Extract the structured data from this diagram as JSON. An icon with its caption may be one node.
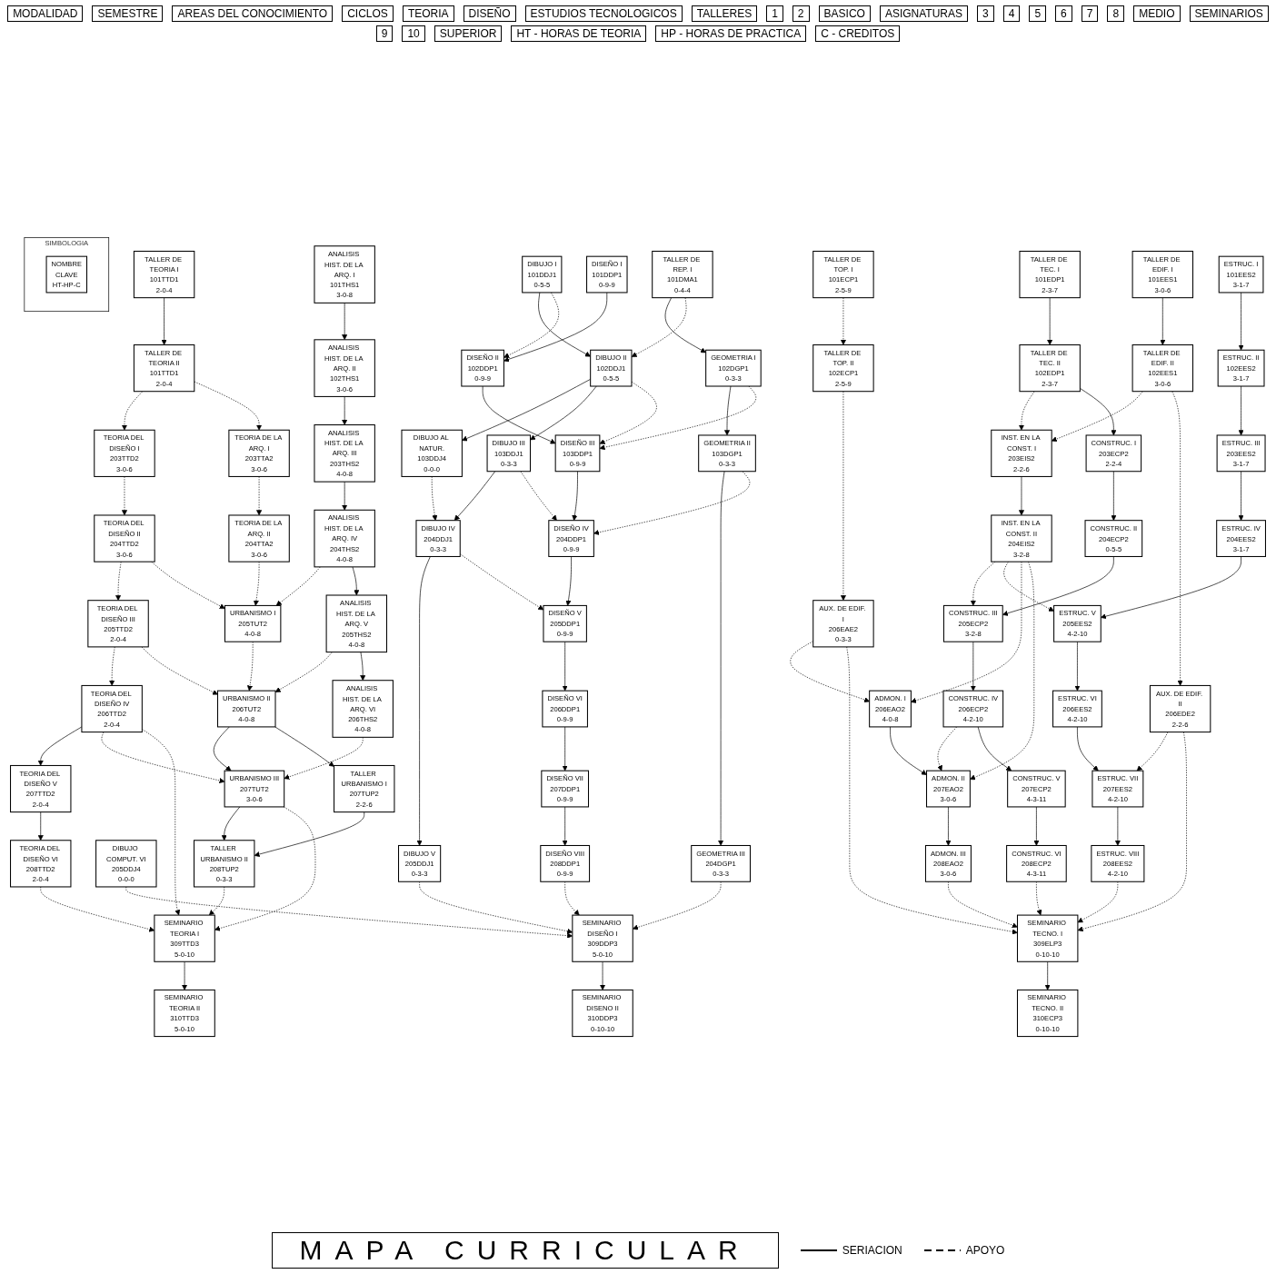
{
  "diagram": {
    "caption": "MAPA CURRICULAR",
    "nodes": [
      {
        "text": [
          "TALLER DE TEORIA I",
          "101TTD1",
          "2-0-4"
        ]
      },
      {
        "text": [
          "ANALISIS HIST. DE LA ARQ. I",
          "101THS1",
          "3-0-8"
        ]
      },
      {
        "text": [
          "TALLER DE TEORIA II",
          "101TTD1",
          "2-0-4"
        ]
      },
      {
        "text": [
          "ANALISIS HIST. DE LA ARQ. II",
          "102THS1",
          "3-0-6"
        ]
      },
      {
        "text": [
          "DIBUJO I",
          "101DDJ1",
          "0-5-5"
        ]
      },
      {
        "text": [
          "TALLER DE REP. I",
          "101DMA1",
          "0-4-4"
        ]
      },
      {
        "text": [
          "DISEÑO I",
          "101DDP1",
          "0-9-9"
        ]
      },
      {
        "text": [
          "DIBUJO II",
          "102DDJ1",
          "0-5-5"
        ]
      },
      {
        "text": [
          "GEOMETRIA I",
          "102DGP1",
          "0-3-3"
        ]
      },
      {
        "text": [
          "DISEÑO II",
          "102DDP1",
          "0-9-9"
        ]
      },
      {
        "text": [
          "TALLER DE TEC. I",
          "101EDP1",
          "2-3-7"
        ]
      },
      {
        "text": [
          "TALLER DE TOP. I",
          "101ECP1",
          "2-5-9"
        ]
      },
      {
        "text": [
          "TALLER DE EDIF. I",
          "101EES1",
          "3-0-6"
        ]
      },
      {
        "text": [
          "ESTRUC. I",
          "101EES2",
          "3-1-7"
        ]
      },
      {
        "text": [
          "TALLER DE TEC. II",
          "102EDP1",
          "2-3-7"
        ]
      },
      {
        "text": [
          "TALLER DE TOP. II",
          "102ECP1",
          "2-5-9"
        ]
      },
      {
        "text": [
          "TALLER DE EDIF. II",
          "102EES1",
          "3-0-6"
        ]
      },
      {
        "text": [
          "ESTRUC. II",
          "102EES2",
          "3-1-7"
        ]
      },
      {
        "text": [
          "TEORIA DEL DISEÑO I",
          "203TTD2",
          "3-0-6"
        ]
      },
      {
        "text": [
          "TEORIA DE LA ARQ. I",
          "203TTA2",
          "3-0-6"
        ]
      },
      {
        "text": [
          "ANALISIS HIST. DE LA ARQ. III",
          "203THS2",
          "4-0-8"
        ]
      },
      {
        "text": [
          "DIBUJO AL NATUR.",
          "103DDJ4",
          "0-0-0"
        ]
      },
      {
        "text": [
          "DIBUJO III",
          "103DDJ1",
          "0-3-3"
        ]
      },
      {
        "text": [
          "GEOMETRIA II",
          "103DGP1",
          "0-3-3"
        ]
      },
      {
        "text": [
          "DISEÑO III",
          "103DDP1",
          "0-9-9"
        ]
      },
      {
        "text": [
          "INST. EN LA CONST. I",
          "203EIS2",
          "2-2-6"
        ]
      },
      {
        "text": [
          "CONSTRUC. I",
          "203ECP2",
          "2-2-4"
        ]
      },
      {
        "text": [
          "ESTRUC. III",
          "203EES2",
          "3-1-7"
        ]
      },
      {
        "text": [
          "TEORIA DEL DISEÑO II",
          "204TTD2",
          "3-0-6"
        ]
      },
      {
        "text": [
          "TEORIA DE LA ARQ. II",
          "204TTA2",
          "3-0-6"
        ]
      },
      {
        "text": [
          "ANALISIS HIST. DE LA ARQ. IV",
          "204THS2",
          "4-0-8"
        ]
      },
      {
        "text": [
          "DIBUJO IV",
          "204DDJ1",
          "0-3-3"
        ]
      },
      {
        "text": [
          "GEOMETRIA III",
          "204DGP1",
          "0-3-3"
        ]
      },
      {
        "text": [
          "DISEÑO IV",
          "204DDP1",
          "0-9-9"
        ]
      },
      {
        "text": [
          "INST. EN LA CONST. II",
          "204EIS2",
          "3-2-8"
        ]
      },
      {
        "text": [
          "CONSTRUC. II",
          "204ECP2",
          "0-5-5"
        ]
      },
      {
        "text": [
          "ESTRUC. IV",
          "204EES2",
          "3-1-7"
        ]
      },
      {
        "text": [
          "TEORIA DEL DISEÑO III",
          "205TTD2",
          "2-0-4"
        ]
      },
      {
        "text": [
          "URBANISMO I",
          "205TUT2",
          "4-0-8"
        ]
      },
      {
        "text": [
          "ANALISIS HIST. DE LA ARQ. V",
          "205THS2",
          "4-0-8"
        ]
      },
      {
        "text": [
          "DIBUJO COMPUT. VI",
          "205DDJ4",
          "0-0-0"
        ]
      },
      {
        "text": [
          "DIBUJO V",
          "205DDJ1",
          "0-3-3"
        ]
      },
      {
        "text": [
          "DISEÑO V",
          "205DDP1",
          "0-9-9"
        ]
      },
      {
        "text": [
          "CONSTRUC. III",
          "205ECP2",
          "3-2-8"
        ]
      },
      {
        "text": [
          "AUX. DE EDIF. I",
          "206EAE2",
          "0-3-3"
        ]
      },
      {
        "text": [
          "ESTRUC. V",
          "205EES2",
          "4-2-10"
        ]
      },
      {
        "text": [
          "TEORIA DEL DISEÑO IV",
          "206TTD2",
          "2-0-4"
        ]
      },
      {
        "text": [
          "URBANISMO II",
          "206TUT2",
          "4-0-8"
        ]
      },
      {
        "text": [
          "ANALISIS HIST. DE LA ARQ. VI",
          "206THS2",
          "4-0-8"
        ]
      },
      {
        "text": [
          "DISEÑO VI",
          "206DDP1",
          "0-9-9"
        ]
      },
      {
        "text": [
          "ADMON. I",
          "206EAO2",
          "4-0-8"
        ]
      },
      {
        "text": [
          "CONSTRUC. IV",
          "206ECP2",
          "4-2-10"
        ]
      },
      {
        "text": [
          "AUX. DE EDIF. II",
          "206EDE2",
          "2-2-6"
        ]
      },
      {
        "text": [
          "ESTRUC. VI",
          "206EES2",
          "4-2-10"
        ]
      },
      {
        "text": [
          "TEORIA DEL DISEÑO V",
          "207TTD2",
          "2-0-4"
        ]
      },
      {
        "text": [
          "URBANISMO III",
          "207TUT2",
          "3-0-6"
        ]
      },
      {
        "text": [
          "TALLER URBANISMO I",
          "207TUP2",
          "2-2-6"
        ]
      },
      {
        "text": [
          "DISEÑO VII",
          "207DDP1",
          "0-9-9"
        ]
      },
      {
        "text": [
          "ADMON. II",
          "207EAO2",
          "3-0-6"
        ]
      },
      {
        "text": [
          "CONSTRUC. V",
          "207ECP2",
          "4-3-11"
        ]
      },
      {
        "text": [
          "ESTRUC. VII",
          "207EES2",
          "4-2-10"
        ]
      },
      {
        "text": [
          "TEORIA DEL DISEÑO VI",
          "208TTD2",
          "2-0-4"
        ]
      },
      {
        "text": [
          "TALLER URBANISMO II",
          "208TUP2",
          "0-3-3"
        ]
      },
      {
        "text": [
          "DISEÑO VIII",
          "208DDP1",
          "0-9-9"
        ]
      },
      {
        "text": [
          "ADMON. III",
          "208EAO2",
          "3-0-6"
        ]
      },
      {
        "text": [
          "CONSTRUC. VI",
          "208ECP2",
          "4-3-11"
        ]
      },
      {
        "text": [
          "ESTRUC. VIII",
          "208EES2",
          "4-2-10"
        ]
      },
      {
        "text": [
          "SEMINARIO TEORIA I",
          "309TTD3",
          "5-0-10"
        ]
      },
      {
        "text": [
          "SEMINARIO DISEÑO I",
          "309DDP3",
          "5-0-10"
        ]
      },
      {
        "text": [
          "SEMINARIO TECNO. I",
          "309ELP3",
          "0-10-10"
        ]
      },
      {
        "text": [
          "SEMINARIO TEORIA II",
          "310TTD3",
          "5-0-10"
        ]
      },
      {
        "text": [
          "SEMINARIO DISENO II",
          "310DDP3",
          "0-10-10"
        ]
      },
      {
        "text": [
          "SEMINARIO TECNO. II",
          "310ECP3",
          "0-10-10"
        ]
      },
      {
        "text": [
          "SIMBOLOGIA"
        ]
      },
      {
        "text": [
          "NOMBRE",
          "CLAVE",
          "HT-HP-C"
        ],
        "in": 73
      }
    ],
    "edges": [
      {
        "from": 0,
        "to": 2,
        "arrow": "to"
      },
      {
        "from": 1,
        "to": 3,
        "arrow": "to"
      },
      {
        "from": 4,
        "to": 7,
        "arrow": "to"
      },
      {
        "from": 5,
        "to": 8,
        "arrow": "to"
      },
      {
        "from": 6,
        "to": 9,
        "arrow": "to"
      },
      {
        "from": 4,
        "to": 9,
        "arrow": "to",
        "style": "dashed"
      },
      {
        "from": 5,
        "to": 7,
        "arrow": "to",
        "style": "dashed"
      },
      {
        "from": 10,
        "to": 14,
        "arrow": "to"
      },
      {
        "from": 11,
        "to": 15,
        "arrow": "to",
        "style": "dashed"
      },
      {
        "from": 12,
        "to": 16,
        "arrow": "to"
      },
      {
        "from": 13,
        "to": 17,
        "arrow": "to"
      },
      {
        "from": 2,
        "to": 18,
        "arrow": "to",
        "style": "dashed"
      },
      {
        "from": 2,
        "to": 19,
        "arrow": "to",
        "style": "dashed"
      },
      {
        "from": 3,
        "to": 20,
        "arrow": "to"
      },
      {
        "from": 7,
        "to": 21,
        "arrow": "to"
      },
      {
        "from": 7,
        "to": 22,
        "arrow": "to"
      },
      {
        "from": 8,
        "to": 23,
        "arrow": "to"
      },
      {
        "from": 9,
        "to": 24,
        "arrow": "to"
      },
      {
        "from": 7,
        "to": 24,
        "arrow": "to",
        "style": "dashed"
      },
      {
        "from": 8,
        "to": 24,
        "arrow": "to",
        "style": "dashed"
      },
      {
        "from": 14,
        "to": 25,
        "arrow": "to",
        "style": "dashed"
      },
      {
        "from": 16,
        "to": 25,
        "arrow": "to",
        "style": "dashed"
      },
      {
        "from": 14,
        "to": 26,
        "arrow": "to"
      },
      {
        "from": 17,
        "to": 27,
        "arrow": "to"
      },
      {
        "from": 18,
        "to": 28,
        "arrow": "to",
        "style": "dashed"
      },
      {
        "from": 19,
        "to": 29,
        "arrow": "to",
        "style": "dashed"
      },
      {
        "from": 20,
        "to": 30,
        "arrow": "to"
      },
      {
        "from": 22,
        "to": 31,
        "arrow": "to"
      },
      {
        "from": 21,
        "to": 31,
        "arrow": "to",
        "style": "dashed"
      },
      {
        "from": 23,
        "to": 32,
        "arrow": "to"
      },
      {
        "from": 24,
        "to": 33,
        "arrow": "to"
      },
      {
        "from": 22,
        "to": 33,
        "arrow": "to",
        "style": "dashed"
      },
      {
        "from": 23,
        "to": 33,
        "arrow": "to",
        "style": "dashed"
      },
      {
        "from": 25,
        "to": 34,
        "arrow": "to"
      },
      {
        "from": 26,
        "to": 35,
        "arrow": "to"
      },
      {
        "from": 27,
        "to": 36,
        "arrow": "to"
      },
      {
        "from": 28,
        "to": 37,
        "arrow": "to",
        "style": "dashed"
      },
      {
        "from": 29,
        "to": 38,
        "arrow": "to",
        "style": "dashed"
      },
      {
        "from": 28,
        "to": 38,
        "arrow": "to",
        "style": "dashed"
      },
      {
        "from": 30,
        "to": 38,
        "arrow": "to",
        "style": "dashed"
      },
      {
        "from": 30,
        "to": 39,
        "arrow": "to"
      },
      {
        "from": 31,
        "to": 41,
        "arrow": "to"
      },
      {
        "from": 33,
        "to": 42,
        "arrow": "to"
      },
      {
        "from": 31,
        "to": 42,
        "arrow": "to",
        "style": "dashed"
      },
      {
        "from": 35,
        "to": 43,
        "arrow": "to"
      },
      {
        "from": 34,
        "to": 43,
        "arrow": "to",
        "style": "dashed"
      },
      {
        "from": 15,
        "to": 44,
        "arrow": "to",
        "style": "dashed"
      },
      {
        "from": 36,
        "to": 45,
        "arrow": "to"
      },
      {
        "from": 34,
        "to": 45,
        "arrow": "to",
        "style": "dashed"
      },
      {
        "from": 37,
        "to": 46,
        "arrow": "to",
        "style": "dashed"
      },
      {
        "from": 38,
        "to": 47,
        "arrow": "to",
        "style": "dashed"
      },
      {
        "from": 37,
        "to": 47,
        "arrow": "to",
        "style": "dashed"
      },
      {
        "from": 39,
        "to": 47,
        "arrow": "to",
        "style": "dashed"
      },
      {
        "from": 39,
        "to": 48,
        "arrow": "to"
      },
      {
        "from": 42,
        "to": 49,
        "arrow": "to"
      },
      {
        "from": 34,
        "to": 50,
        "arrow": "to",
        "style": "dashed"
      },
      {
        "from": 44,
        "to": 50,
        "arrow": "to",
        "style": "dashed"
      },
      {
        "from": 43,
        "to": 51,
        "arrow": "to"
      },
      {
        "from": 16,
        "to": 52,
        "arrow": "to",
        "style": "dashed"
      },
      {
        "from": 45,
        "to": 53,
        "arrow": "to"
      },
      {
        "from": 46,
        "to": 54,
        "arrow": "to"
      },
      {
        "from": 47,
        "to": 55,
        "arrow": "to"
      },
      {
        "from": 46,
        "to": 55,
        "arrow": "to",
        "style": "dashed"
      },
      {
        "from": 48,
        "to": 55,
        "arrow": "to",
        "style": "dashed"
      },
      {
        "from": 47,
        "to": 56,
        "arrow": "to"
      },
      {
        "from": 49,
        "to": 57,
        "arrow": "to"
      },
      {
        "from": 50,
        "to": 58,
        "arrow": "to"
      },
      {
        "from": 34,
        "to": 58,
        "arrow": "to",
        "style": "dashed"
      },
      {
        "from": 51,
        "to": 58,
        "arrow": "to",
        "style": "dashed"
      },
      {
        "from": 51,
        "to": 59,
        "arrow": "to"
      },
      {
        "from": 53,
        "to": 60,
        "arrow": "to"
      },
      {
        "from": 52,
        "to": 60,
        "arrow": "to",
        "style": "dashed"
      },
      {
        "from": 54,
        "to": 61,
        "arrow": "to"
      },
      {
        "from": 55,
        "to": 62,
        "arrow": "to"
      },
      {
        "from": 56,
        "to": 62,
        "arrow": "to"
      },
      {
        "from": 57,
        "to": 63,
        "arrow": "to"
      },
      {
        "from": 58,
        "to": 64,
        "arrow": "to"
      },
      {
        "from": 59,
        "to": 65,
        "arrow": "to"
      },
      {
        "from": 60,
        "to": 66,
        "arrow": "to"
      },
      {
        "from": 61,
        "to": 67,
        "arrow": "to",
        "style": "dashed"
      },
      {
        "from": 46,
        "to": 67,
        "arrow": "to",
        "style": "dashed"
      },
      {
        "from": 55,
        "to": 67,
        "arrow": "to",
        "style": "dashed"
      },
      {
        "from": 62,
        "to": 67,
        "arrow": "to",
        "style": "dashed"
      },
      {
        "from": 40,
        "to": 68,
        "arrow": "to",
        "style": "dashed"
      },
      {
        "from": 41,
        "to": 68,
        "arrow": "to",
        "style": "dashed"
      },
      {
        "from": 32,
        "to": 68,
        "arrow": "to",
        "style": "dashed"
      },
      {
        "from": 63,
        "to": 68,
        "arrow": "to",
        "style": "dashed"
      },
      {
        "from": 64,
        "to": 69,
        "arrow": "to",
        "style": "dashed"
      },
      {
        "from": 65,
        "to": 69,
        "arrow": "to",
        "style": "dashed"
      },
      {
        "from": 44,
        "to": 69,
        "arrow": "to",
        "style": "dashed"
      },
      {
        "from": 52,
        "to": 69,
        "arrow": "to",
        "style": "dashed"
      },
      {
        "from": 66,
        "to": 69,
        "arrow": "to",
        "style": "dashed"
      },
      {
        "from": 67,
        "to": 70,
        "arrow": "to"
      },
      {
        "from": 68,
        "to": 71,
        "arrow": "to"
      },
      {
        "from": 69,
        "to": 72,
        "arrow": "to"
      }
    ],
    "labels": [
      "MODALIDAD",
      "SEMESTRE",
      "AREAS DEL CONOCIMIENTO",
      "CICLOS",
      "TEORIA",
      "DISEÑO",
      "ESTUDIOS TECNOLOGICOS",
      "TALLERES",
      "1",
      "2",
      "BASICO",
      "ASIGNATURAS",
      "3",
      "4",
      "5",
      "6",
      "7",
      "8",
      "MEDIO",
      "SEMINARIOS",
      "9",
      "10",
      "SUPERIOR",
      "HT - HORAS DE TEORIA",
      "HP - HORAS DE PRACTICA",
      "C - CREDITOS"
    ],
    "legend": [
      {
        "text": "SERIACION"
      },
      {
        "text": "APOYO"
      }
    ]
  }
}
